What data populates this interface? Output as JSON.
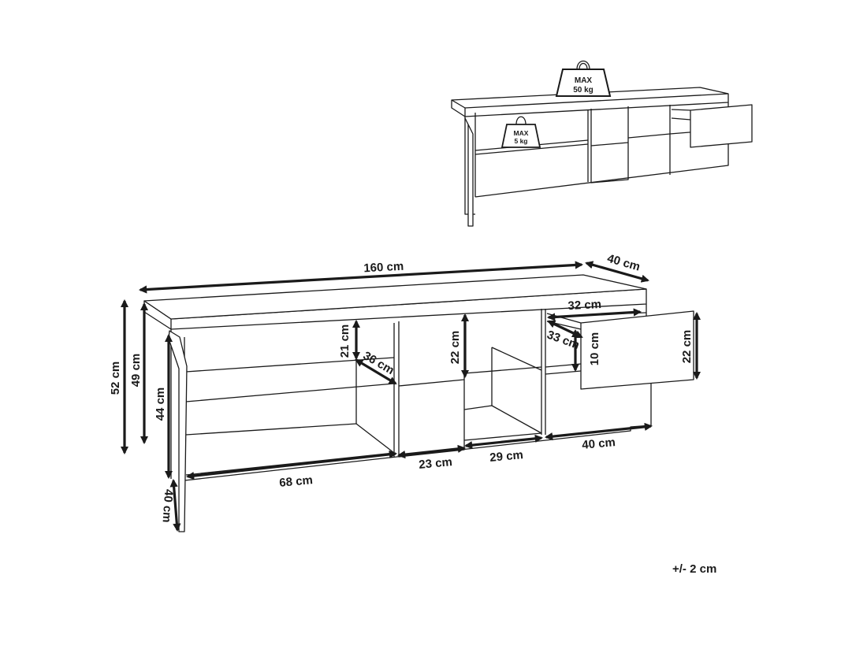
{
  "weights": {
    "top": {
      "line1": "MAX",
      "line2": "50 kg"
    },
    "shelf": {
      "line1": "MAX",
      "line2": "5 kg"
    }
  },
  "dimensions": {
    "width": "160 cm",
    "depth": "40 cm",
    "drawer_depth": "32 cm",
    "drawer_inner_width": "33 cm",
    "drawer_inner_height": "10 cm",
    "drawer_front_height": "22 cm",
    "total_height": "52 cm",
    "body_height": "49 cm",
    "door_height": "44 cm",
    "door_width": "40 cm",
    "shelf_gap": "21 cm",
    "shelf_depth": "36 cm",
    "center_compartment_height": "22 cm",
    "left_compartment_width": "68 cm",
    "center_panel_width": "23 cm",
    "right_compartment_width": "29 cm",
    "drawer_section_width": "40 cm"
  },
  "tolerance": "+/- 2 cm"
}
